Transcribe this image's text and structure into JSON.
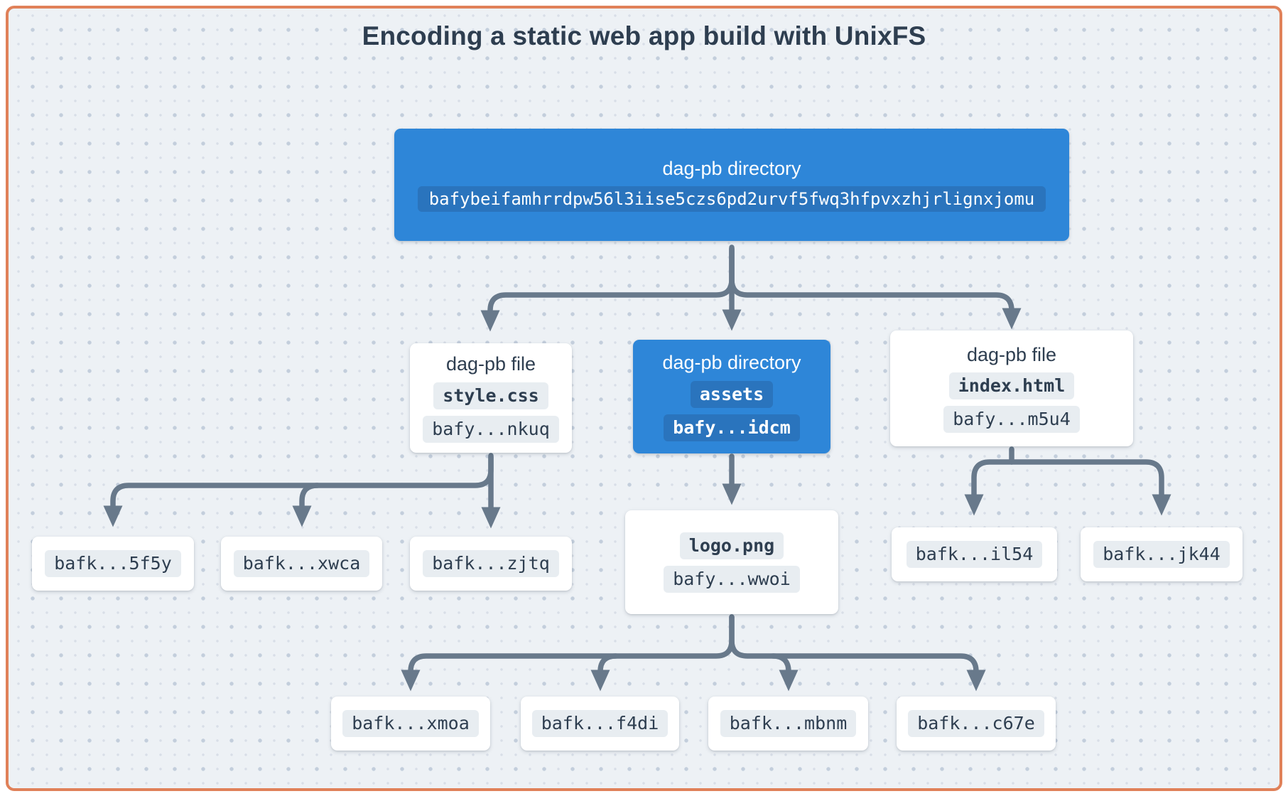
{
  "title": "Encoding a static web app build with UnixFS",
  "colors": {
    "frame_border": "#e08159",
    "background": "#edf1f5",
    "dot_strong": "#c3cedc",
    "dot_faint": "#d8dee7",
    "node_blue": "#2e86d8",
    "pill_on_blue": "#2a74bd",
    "pill_gray": "#e8edf1",
    "text_dark": "#2e3e50",
    "text_light": "#ffffff",
    "connector": "#68798b",
    "node_white": "#ffffff"
  },
  "nodes": {
    "root": {
      "type_label": "dag-pb directory",
      "cid": "bafybeifamhrrdpw56l3iise5czs6pd2urvf5fwq3hfpvxzhjrlignxjomu"
    },
    "style_css": {
      "type_label": "dag-pb file",
      "name": "style.css",
      "cid": "bafy...nkuq"
    },
    "assets": {
      "type_label": "dag-pb directory",
      "name": "assets",
      "cid": "bafy...idcm"
    },
    "index_html": {
      "type_label": "dag-pb file",
      "name": "index.html",
      "cid": "bafy...m5u4"
    },
    "logo_png": {
      "name": "logo.png",
      "cid": "bafy...wwoi"
    },
    "leaf_5f5y": {
      "cid": "bafk...5f5y"
    },
    "leaf_xwca": {
      "cid": "bafk...xwca"
    },
    "leaf_zjtq": {
      "cid": "bafk...zjtq"
    },
    "leaf_il54": {
      "cid": "bafk...il54"
    },
    "leaf_jk44": {
      "cid": "bafk...jk44"
    },
    "leaf_xmoa": {
      "cid": "bafk...xmoa"
    },
    "leaf_f4di": {
      "cid": "bafk...f4di"
    },
    "leaf_mbnm": {
      "cid": "bafk...mbnm"
    },
    "leaf_c67e": {
      "cid": "bafk...c67e"
    }
  },
  "edges": [
    {
      "from": "root",
      "to": [
        "style_css",
        "assets",
        "index_html"
      ]
    },
    {
      "from": "style_css",
      "to": [
        "leaf_5f5y",
        "leaf_xwca",
        "leaf_zjtq"
      ]
    },
    {
      "from": "assets",
      "to": [
        "logo_png"
      ]
    },
    {
      "from": "index_html",
      "to": [
        "leaf_il54",
        "leaf_jk44"
      ]
    },
    {
      "from": "logo_png",
      "to": [
        "leaf_xmoa",
        "leaf_f4di",
        "leaf_mbnm",
        "leaf_c67e"
      ]
    }
  ]
}
